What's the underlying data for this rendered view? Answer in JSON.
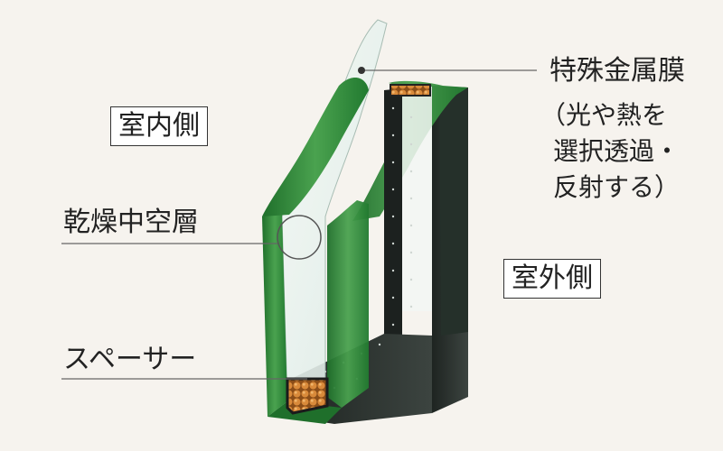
{
  "labels": {
    "indoor": "室内側",
    "outdoor": "室外側",
    "dry_air_layer": "乾燥中空層",
    "spacer": "スペーサー",
    "metal_film": "特殊金属膜",
    "metal_film_note": [
      "（光や熱を",
      "選択透過・",
      "反射する）"
    ]
  },
  "colors": {
    "background": "#f6f3ee",
    "glass_edge_green": "#2f8a3a",
    "glass_face": "#e9f2ef",
    "frame_dark": "#2e3330",
    "desiccant_orange": "#c8752c",
    "leader_line": "#666666"
  },
  "icons": [
    "glass-pane-cutaway",
    "spacer-bead-cross-section",
    "dry-air-callout-circle"
  ]
}
